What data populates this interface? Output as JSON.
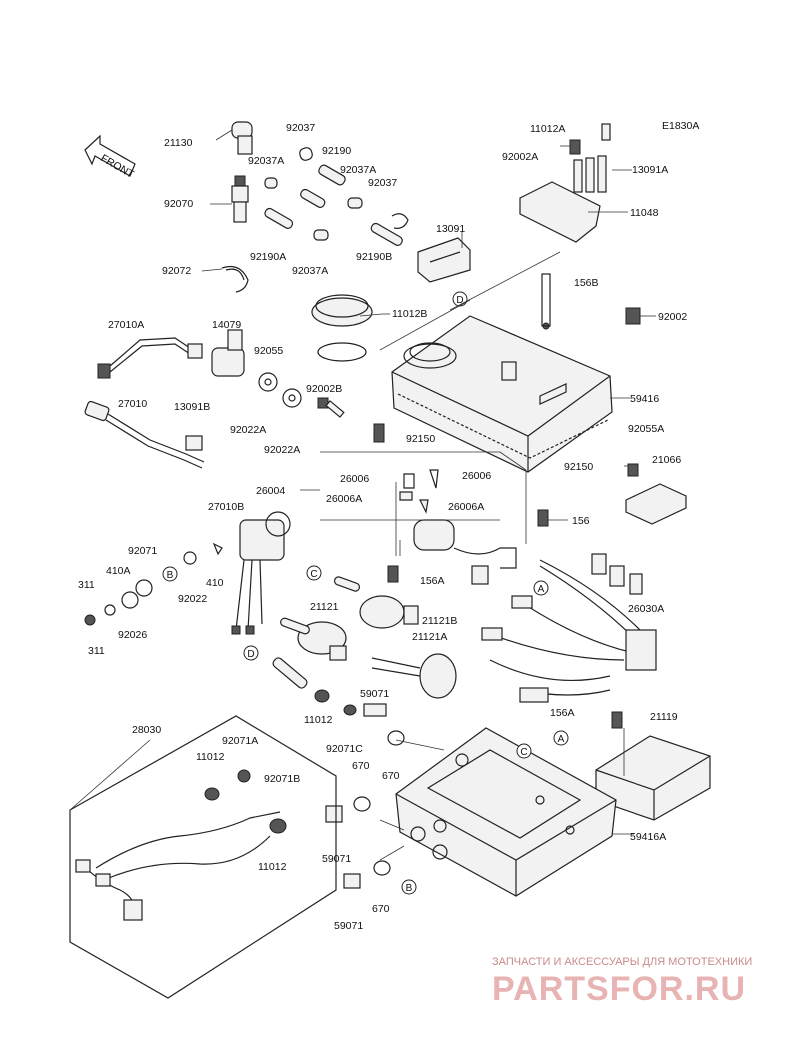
{
  "ref_code": "E1830A",
  "front_label": "FRONT",
  "part_labels": {
    "p21130": "21130",
    "p92037a": "92037",
    "p92190": "92190",
    "p92037A_1": "92037A",
    "p92037A_2": "92037A",
    "p92037b": "92037",
    "p92070": "92070",
    "p92190A": "92190A",
    "p92037A_3": "92037A",
    "p92190B": "92190B",
    "p13091": "13091",
    "p92072": "92072",
    "p11012B": "11012B",
    "p11012A": "11012A",
    "p92002A": "92002A",
    "p13091A": "13091A",
    "p11048": "11048",
    "p156B": "156B",
    "p92002": "92002",
    "p27010A": "27010A",
    "p14079": "14079",
    "p92055": "92055",
    "p92002B": "92002B",
    "p27010": "27010",
    "p13091B": "13091B",
    "p92022A_1": "92022A",
    "p92022A_2": "92022A",
    "p59416": "59416",
    "p92150a": "92150",
    "p92055A": "92055A",
    "p26006a": "26006",
    "p26006b": "26006",
    "p92150b": "92150",
    "p21066": "21066",
    "p26004": "26004",
    "p26006A": "26006A",
    "p26006A2": "26006A",
    "p27010B": "27010B",
    "p156": "156",
    "p92071": "92071",
    "p410A": "410A",
    "p311a": "311",
    "p410": "410",
    "p156A_1": "156A",
    "p92022": "92022",
    "p92026": "92026",
    "p311b": "311",
    "p21121": "21121",
    "p21121B": "21121B",
    "p21121A": "21121A",
    "p26030A": "26030A",
    "p59071a": "59071",
    "p11012a": "11012",
    "p92071C": "92071C",
    "p156A_2": "156A",
    "p21119": "21119",
    "p28030": "28030",
    "p92071A": "92071A",
    "p11012b": "11012",
    "p670a": "670",
    "p670b": "670",
    "p92071B": "92071B",
    "p59416A": "59416A",
    "p11012c": "11012",
    "p59071b": "59071",
    "p670c": "670",
    "p59071c": "59071"
  },
  "callouts": [
    "A",
    "B",
    "C",
    "D"
  ],
  "watermark": {
    "line1": "ЗАПЧАСТИ И АКСЕССУАРЫ ДЛЯ МОТОТЕХНИКИ",
    "line2": "PARTSFOR.RU"
  },
  "colors": {
    "ink": "#222222",
    "watermark": "#e8b3b3"
  }
}
